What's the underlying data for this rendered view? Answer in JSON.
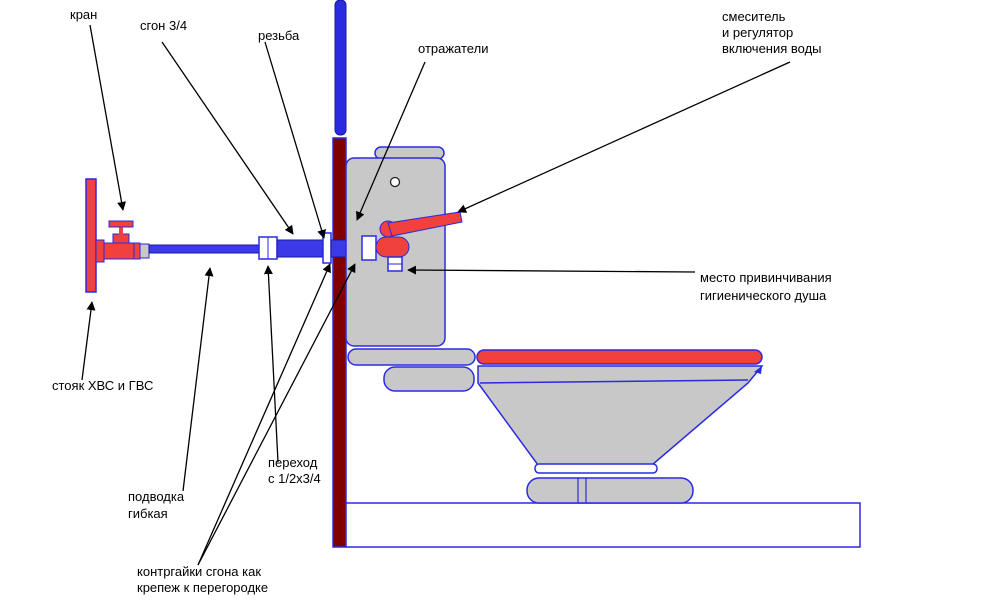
{
  "labels": {
    "kran": "кран",
    "sgon": "сгон 3/4",
    "rezba": "резьба",
    "otrazhateli": "отражатели",
    "smesitel_1": "смеситель",
    "smesitel_2": "и регулятор",
    "smesitel_3": "включения воды",
    "mesto_1": "место привинчивания",
    "mesto_2": "гигиенического душа",
    "stoyak": "стояк ХВС и ГВС",
    "perehod_1": "переход",
    "perehod_2": "с 1/2х3/4",
    "podvodka_1": "подводка",
    "podvodka_2": "гибкая",
    "kontrogaiki_1": "контргайки сгона как",
    "kontrogaiki_2": "крепеж к перегородке"
  },
  "colors": {
    "outline_blue": "#2a2adf",
    "pipe_blue": "#3a3ae8",
    "accent_red": "#f0413c",
    "fill_gray": "#c8c8c8",
    "wall_maroon": "#800000"
  }
}
